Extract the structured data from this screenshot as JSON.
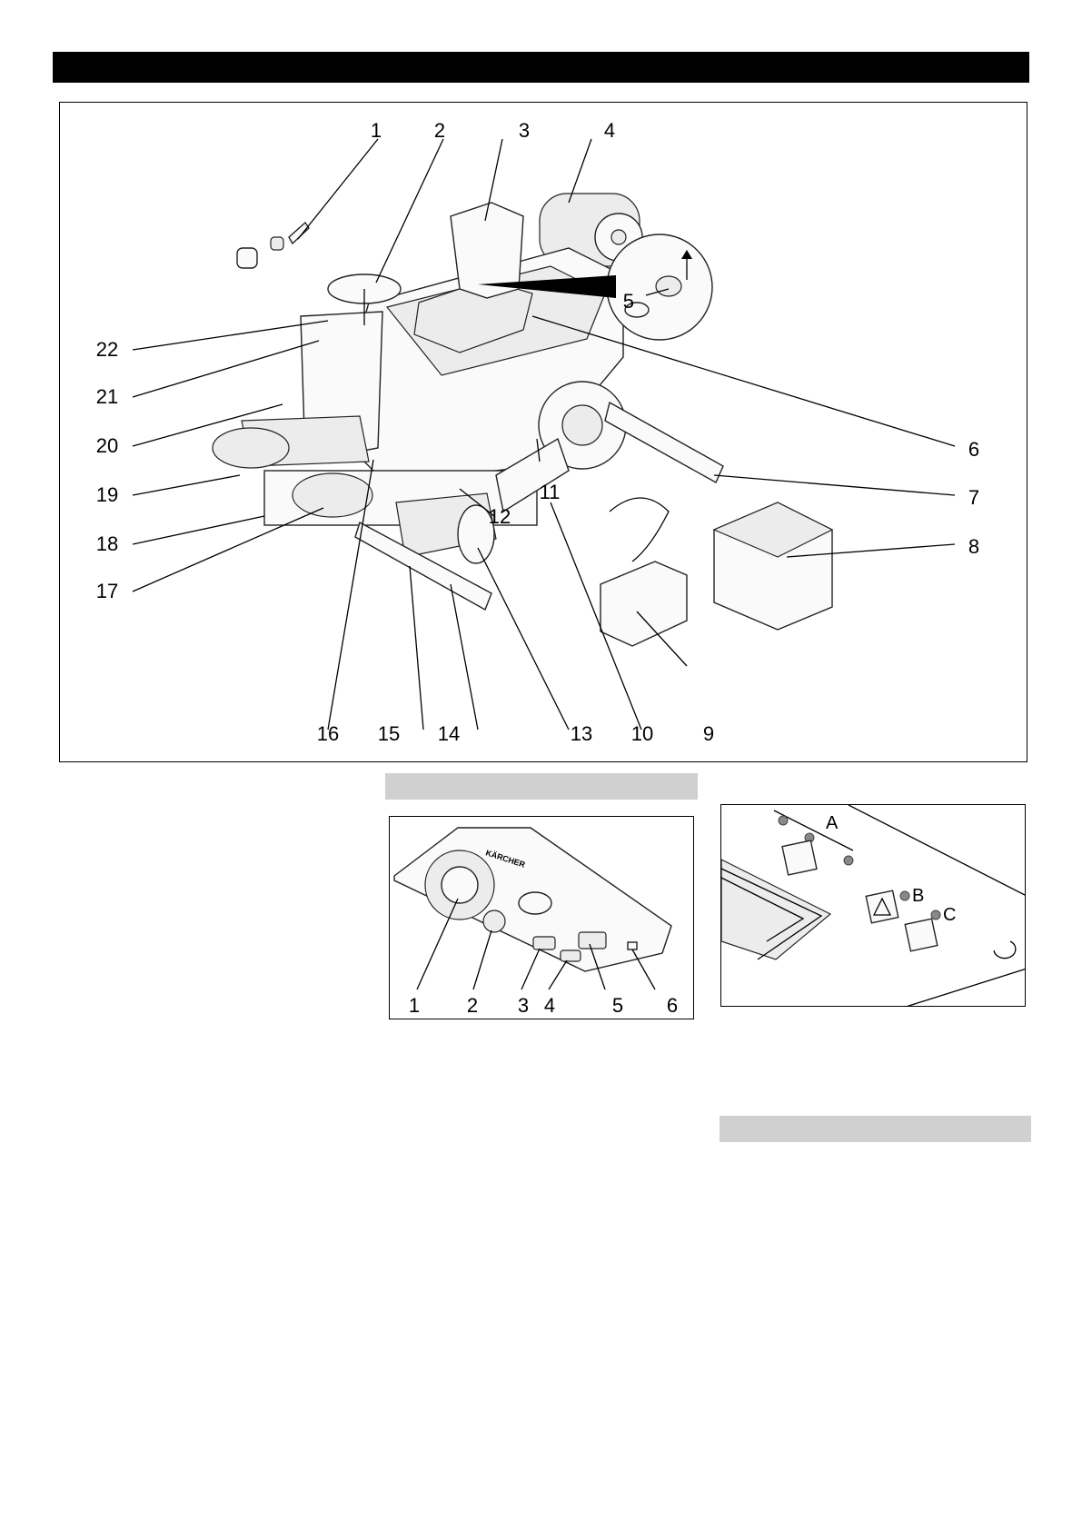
{
  "main_figure": {
    "callouts": [
      "1",
      "2",
      "3",
      "4",
      "5",
      "6",
      "7",
      "8",
      "9",
      "10",
      "11",
      "12",
      "13",
      "14",
      "15",
      "16",
      "17",
      "18",
      "19",
      "20",
      "21",
      "22"
    ]
  },
  "control_panel_figure": {
    "callouts": [
      "1",
      "2",
      "3",
      "4",
      "5",
      "6"
    ],
    "brand_text": "KÄRCHER"
  },
  "indicator_figure": {
    "labels": [
      "A",
      "B",
      "C"
    ]
  }
}
